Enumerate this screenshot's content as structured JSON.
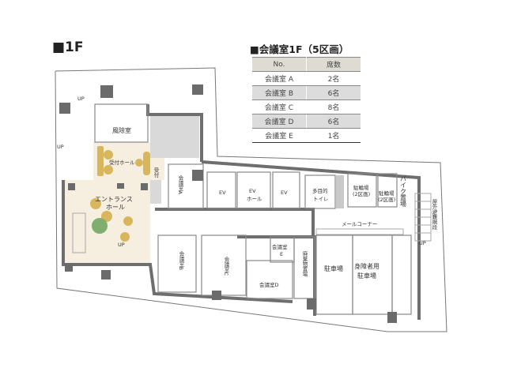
{
  "floor_title": "■1F",
  "room_table": {
    "title": "■会議室1F（5区画）",
    "headers": [
      "No.",
      "席数"
    ],
    "rows": [
      {
        "room": "会議室 A",
        "seats": "2名"
      },
      {
        "room": "会議室 B",
        "seats": "6名"
      },
      {
        "room": "会議室 C",
        "seats": "8名"
      },
      {
        "room": "会議室 D",
        "seats": "6名"
      },
      {
        "room": "会議室 E",
        "seats": "1名"
      }
    ]
  },
  "plan": {
    "windbreak": "風除室",
    "reception_hall": "受付ホール",
    "reception": "受付",
    "entrance_1": "エントランス",
    "entrance_2": "ホール",
    "room_a": "会議室A",
    "ev1": "EV",
    "ev_hall_1": "EV",
    "ev_hall_2": "ホール",
    "ev2": "EV",
    "toilet_1": "多目的",
    "toilet_2": "トイレ",
    "bike1_1": "駐輪場",
    "bike1_2": "(2区画)",
    "bike2_1": "駐輪場",
    "bike2_2": "(2区画)",
    "motorbike": "バイク置場",
    "stairs": "屋外避難階段",
    "mail": "メールコーナー",
    "room_e_1": "会議室",
    "room_e_2": "E",
    "waste": "廃棄物置場",
    "parking": "駐車場",
    "accessible_1": "身障者用",
    "accessible_2": "駐車場",
    "room_b": "会議室B",
    "room_c": "会議室C",
    "room_d": "会議室D",
    "up": "UP"
  },
  "colors": {
    "wall": "#6e6e6e",
    "service": "#d9d9d9",
    "entrance": "#f6efe0",
    "furniture": "#d8b65c"
  }
}
